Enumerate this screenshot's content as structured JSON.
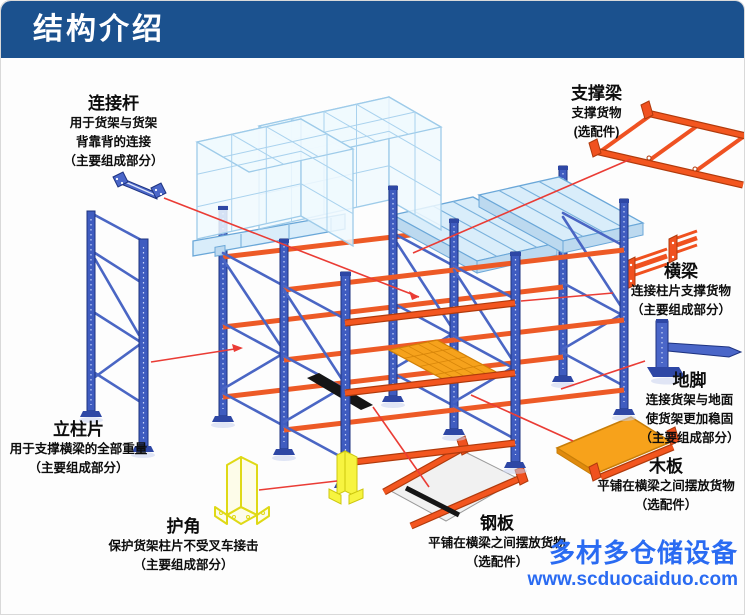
{
  "header": {
    "title": "结构介绍",
    "bg": "#1b518e"
  },
  "labels": {
    "connector_rod": {
      "title": "连接杆",
      "lines": [
        "用于货架与货架",
        "背靠背的连接",
        "（主要组成部分）"
      ]
    },
    "upright_frame": {
      "title": "立柱片",
      "lines": [
        "用于支撑横梁的全部重量",
        "（主要组成部分）"
      ]
    },
    "corner_guard": {
      "title": "护角",
      "lines": [
        "保护货架柱片不受叉车接击",
        "（主要组成部分）"
      ]
    },
    "support_beam": {
      "title": "支撑梁",
      "lines": [
        "支撑货物",
        "(选配件)"
      ]
    },
    "cross_beam": {
      "title": "横梁",
      "lines": [
        "连接柱片支撑货物",
        "（主要组成部分）"
      ]
    },
    "foot": {
      "title": "地脚",
      "lines": [
        "连接货架与地面",
        "使货架更加稳固",
        "（主要组成部分）"
      ]
    },
    "wood_board": {
      "title": "木板",
      "lines": [
        "平铺在横梁之间摆放货物",
        "（选配件）"
      ]
    },
    "steel_plate": {
      "title": "钢板",
      "lines": [
        "平铺在横梁之间摆放货物",
        "（选配件）"
      ]
    }
  },
  "watermark": {
    "brand": "多材多仓储设备",
    "url": "www.scduocaiduo.com",
    "color": "#2a6bf2"
  },
  "colors": {
    "header_bg": "#1b518e",
    "frame_blue": "#3f5cc0",
    "beam_orange": "#f0511f",
    "pallet_blue": "#d9edfa",
    "mesh_orange": "#f6a21c",
    "guard_yellow": "#f7f440",
    "leader_red": "#ea3c35",
    "watermark_blue": "#2a6bf2"
  }
}
